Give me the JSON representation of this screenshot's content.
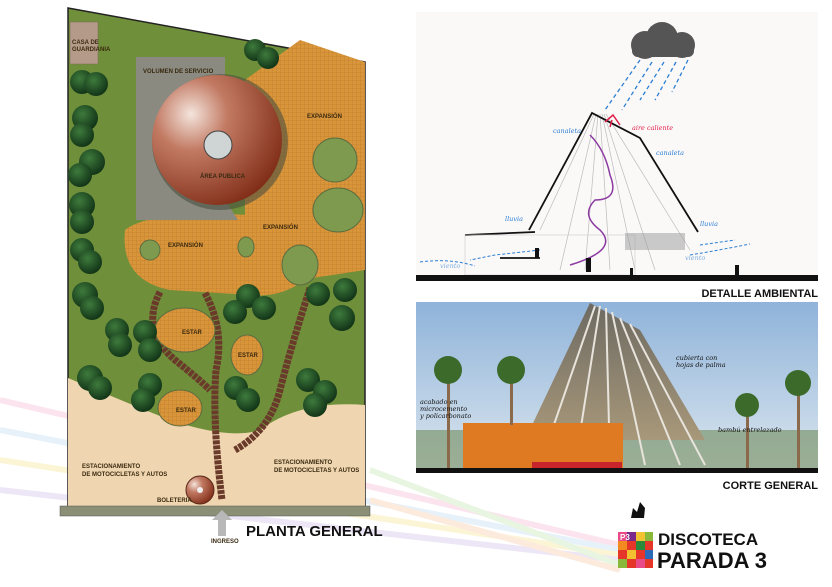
{
  "plan": {
    "title": "PLANTA GENERAL",
    "labels": {
      "guard_house_1": "CASA DE",
      "guard_house_2": "GUARDIANIA",
      "service_volume": "VOLUMEN DE SERVICIO",
      "public_area": "ÁREA PUBLICA",
      "expansion_1": "EXPANSIÓN",
      "expansion_2": "EXPANSIÓN",
      "expansion_3": "EXPANSIÓN",
      "estar_1": "ESTAR",
      "estar_2": "ESTAR",
      "estar_3": "ESTAR",
      "parking_left_1": "ESTACIONAMIENTO",
      "parking_left_2": "DE MOTOCICLETAS Y AUTOS",
      "parking_right_1": "ESTACIONAMIENTO",
      "parking_right_2": "DE MOTOCICLETAS Y AUTOS",
      "ticket_office": "BOLETERIA",
      "entrance": "INGRESO"
    }
  },
  "environment_detail": {
    "title": "DETALLE AMBIENTAL",
    "annotations": {
      "gutter_left": "canaleta",
      "gutter_right": "canaleta",
      "hot_air": "aire caliente",
      "rain_left": "lluvia",
      "rain_right": "lluvia",
      "wind_left": "viento",
      "wind_right": "viento"
    }
  },
  "general_section": {
    "title": "CORTE GENERAL",
    "annotations": {
      "roof_1": "cubierta con",
      "roof_2": "hojas de palma",
      "finish_1": "acabado en",
      "finish_2": "microcemento",
      "finish_3": "y policarbonato",
      "bamboo": "bambú entrelazado"
    }
  },
  "logo": {
    "badge": "P3",
    "line1": "DISCOTECA",
    "line2": "PARADA 3"
  },
  "colors": {
    "grass": "#6f8f3a",
    "deck": "#d9953a",
    "dome": "#9c3f22",
    "orange_wall": "#e07a22",
    "red_stage": "#c8242c",
    "rain_blue": "#2a7fd4",
    "hot_air_red": "#e0204a"
  }
}
